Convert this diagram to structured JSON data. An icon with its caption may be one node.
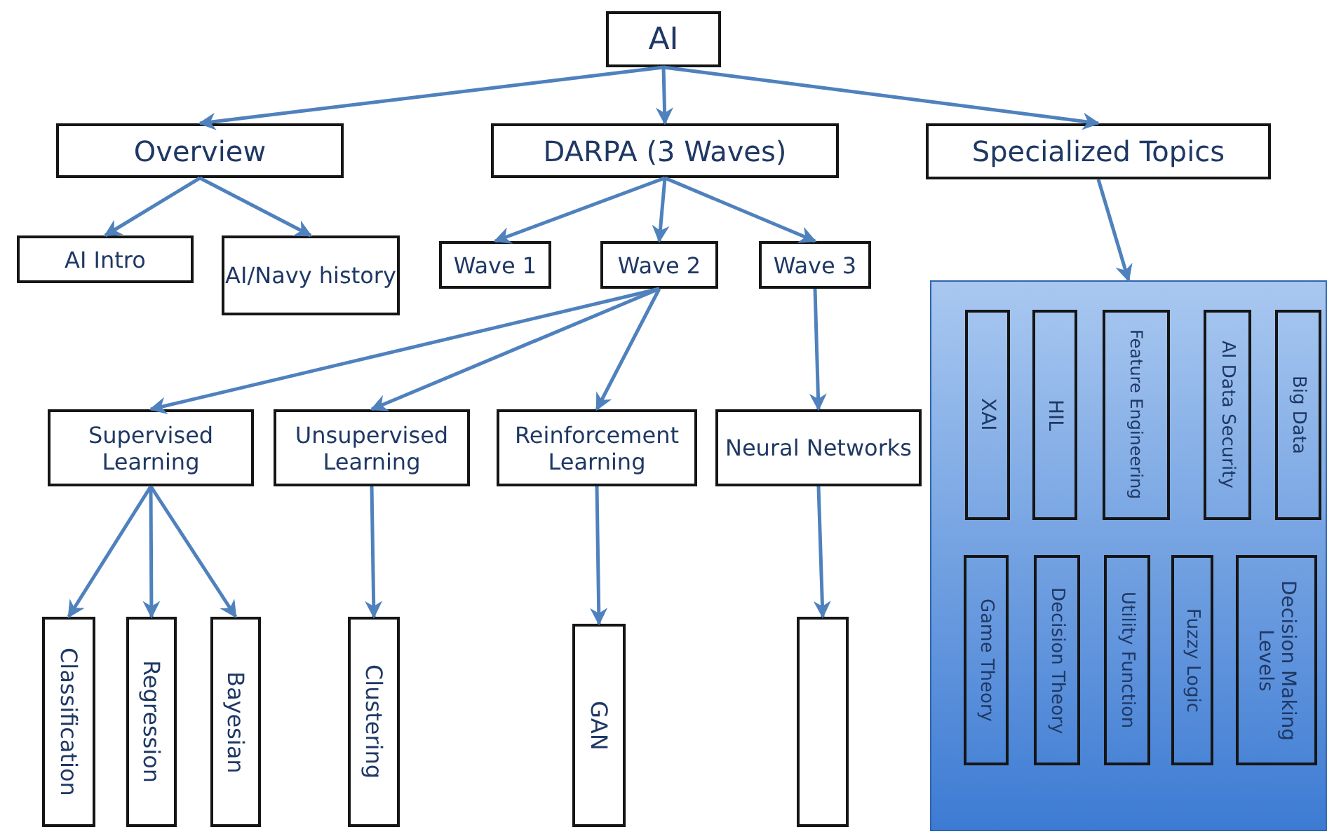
{
  "diagram": {
    "nodes": [
      {
        "text": [
          "AI"
        ]
      },
      {
        "text": [
          "Overview"
        ]
      },
      {
        "text": [
          "DARPA (3 Waves)"
        ]
      },
      {
        "text": [
          "Specialized Topics"
        ]
      },
      {
        "text": [
          "AI Intro"
        ]
      },
      {
        "text": [
          "AI/Navy history"
        ]
      },
      {
        "text": [
          "Wave 1"
        ]
      },
      {
        "text": [
          "Wave 2"
        ]
      },
      {
        "text": [
          "Wave 3"
        ]
      },
      {
        "text": [
          "Supervised Learning"
        ]
      },
      {
        "text": [
          "Unsupervised Learning"
        ]
      },
      {
        "text": [
          "Reinforcement Learning"
        ]
      },
      {
        "text": [
          "Neural Networks"
        ]
      },
      {
        "text": [
          "Classification"
        ]
      },
      {
        "text": [
          "Regression"
        ]
      },
      {
        "text": [
          "Bayesian"
        ]
      },
      {
        "text": [
          "Clustering"
        ]
      },
      {
        "text": [
          "GAN"
        ]
      },
      {
        "text": [],
        "shape": "box"
      },
      {
        "text": [],
        "shape": "box"
      },
      {
        "text": [
          "XAI"
        ],
        "in": 19
      },
      {
        "text": [
          "HIL"
        ],
        "in": 19
      },
      {
        "text": [
          "Feature Engineering"
        ],
        "in": 19
      },
      {
        "text": [
          "AI Data Security"
        ],
        "in": 19
      },
      {
        "text": [
          "Big Data"
        ],
        "in": 19
      },
      {
        "text": [
          "Game Theory"
        ],
        "in": 19
      },
      {
        "text": [
          "Decision Theory"
        ],
        "in": 19
      },
      {
        "text": [
          "Utility Function"
        ],
        "in": 19
      },
      {
        "text": [
          "Fuzzy Logic"
        ],
        "in": 19
      },
      {
        "text": [
          "Decision Making Levels"
        ],
        "in": 19
      }
    ],
    "edges": [
      {
        "from": 0,
        "to": 1,
        "arrow": "to"
      },
      {
        "from": 0,
        "to": 2,
        "arrow": "to"
      },
      {
        "from": 0,
        "to": 3,
        "arrow": "to"
      },
      {
        "from": 1,
        "to": 4,
        "arrow": "to"
      },
      {
        "from": 1,
        "to": 5,
        "arrow": "to"
      },
      {
        "from": 2,
        "to": 6,
        "arrow": "to"
      },
      {
        "from": 2,
        "to": 7,
        "arrow": "to"
      },
      {
        "from": 2,
        "to": 8,
        "arrow": "to"
      },
      {
        "from": 7,
        "to": 9,
        "arrow": "to"
      },
      {
        "from": 7,
        "to": 10,
        "arrow": "to"
      },
      {
        "from": 7,
        "to": 11,
        "arrow": "to"
      },
      {
        "from": 8,
        "to": 12,
        "arrow": "to"
      },
      {
        "from": 9,
        "to": 13,
        "arrow": "to"
      },
      {
        "from": 9,
        "to": 14,
        "arrow": "to"
      },
      {
        "from": 9,
        "to": 15,
        "arrow": "to"
      },
      {
        "from": 10,
        "to": 16,
        "arrow": "to"
      },
      {
        "from": 11,
        "to": 17,
        "arrow": "to"
      },
      {
        "from": 12,
        "to": 18,
        "arrow": "to"
      },
      {
        "from": 3,
        "to": 19,
        "arrow": "to"
      }
    ]
  }
}
